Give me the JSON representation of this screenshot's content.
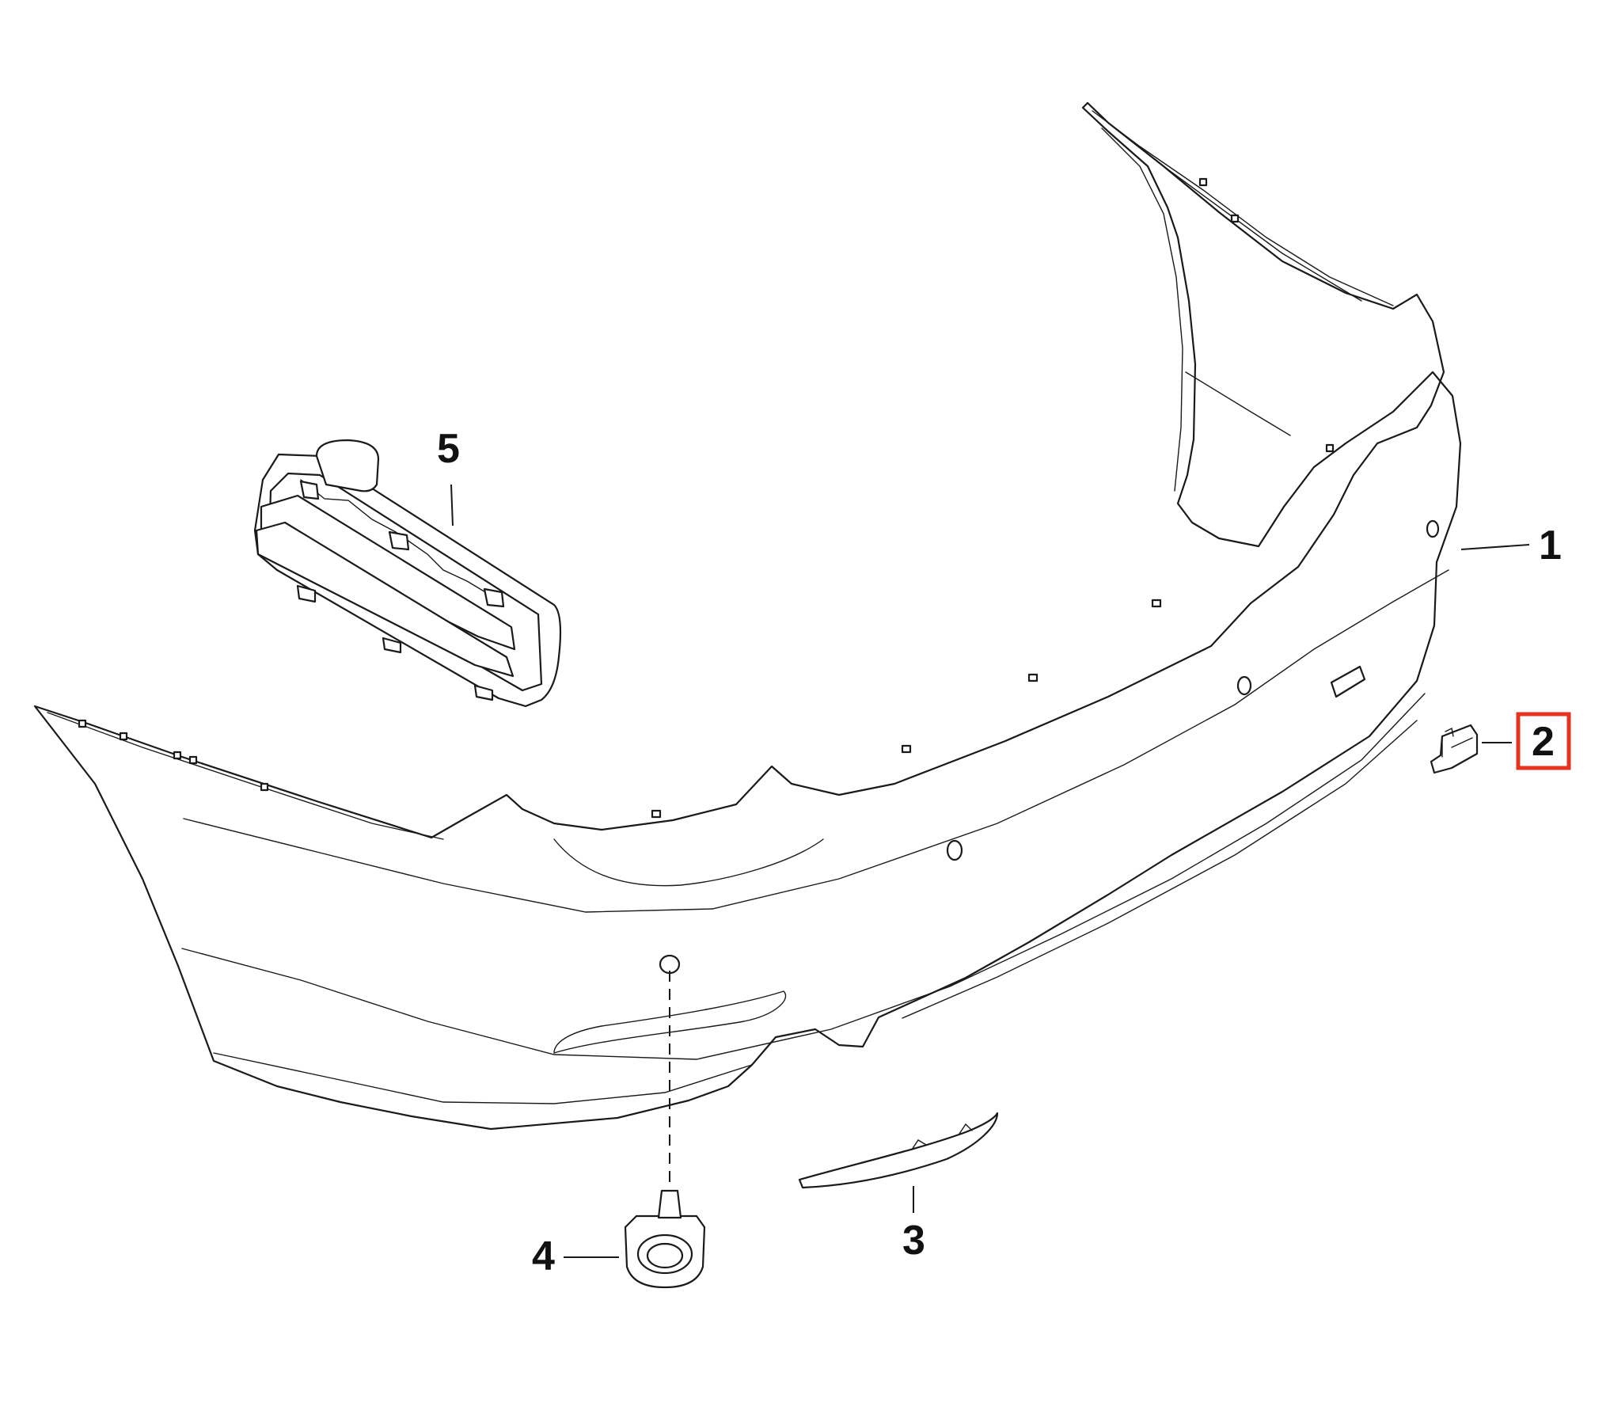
{
  "highlight_color": "#e8321e",
  "callouts": [
    {
      "id": "1",
      "label": "1",
      "part": "rear-bumper-panel"
    },
    {
      "id": "2",
      "label": "2",
      "part": "bumper-clip-bracket",
      "highlighted": true
    },
    {
      "id": "3",
      "label": "3",
      "part": "reflector-trim-strip"
    },
    {
      "id": "4",
      "label": "4",
      "part": "parking-sensor"
    },
    {
      "id": "5",
      "label": "5",
      "part": "bumper-bracket-guide"
    }
  ]
}
